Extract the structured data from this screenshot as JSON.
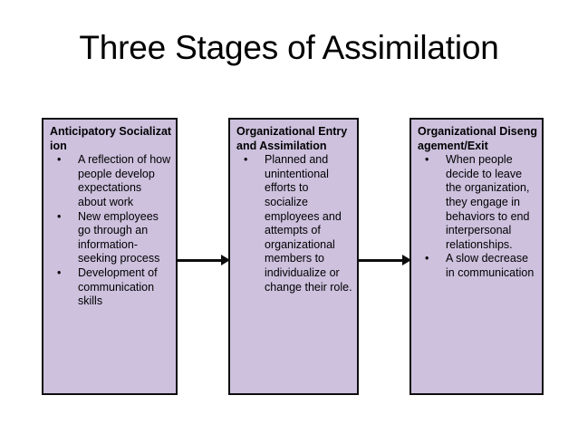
{
  "slide": {
    "title": "Three Stages of Assimilation",
    "background_color": "#ffffff",
    "box_fill_color": "#cdc1de",
    "box_border_color": "#0d0d0d",
    "arrow_color": "#0d0d0d",
    "text_color": "#000000"
  },
  "stages": [
    {
      "heading": "Anticipatory Socialization",
      "bullet_glyph": "•",
      "bullets": [
        "A reflection of how people develop expectations about work",
        "New employees go through an information-seeking process",
        "Development of communication skills"
      ]
    },
    {
      "heading": "Organizational Entry and Assimilation",
      "bullet_glyph": "•",
      "bullets": [
        "Planned and unintentional efforts to socialize employees and attempts of organizational members to individualize or change their role."
      ]
    },
    {
      "heading": "Organizational Disengagement/Exit",
      "bullet_glyph": "•",
      "bullets": [
        "When people decide to leave the organization, they engage in behaviors to end interpersonal relationships.",
        "A slow decrease in communication"
      ]
    }
  ],
  "connectors": [
    {
      "label": "arrow-stage1-to-stage2"
    },
    {
      "label": "arrow-stage2-to-stage3"
    }
  ]
}
